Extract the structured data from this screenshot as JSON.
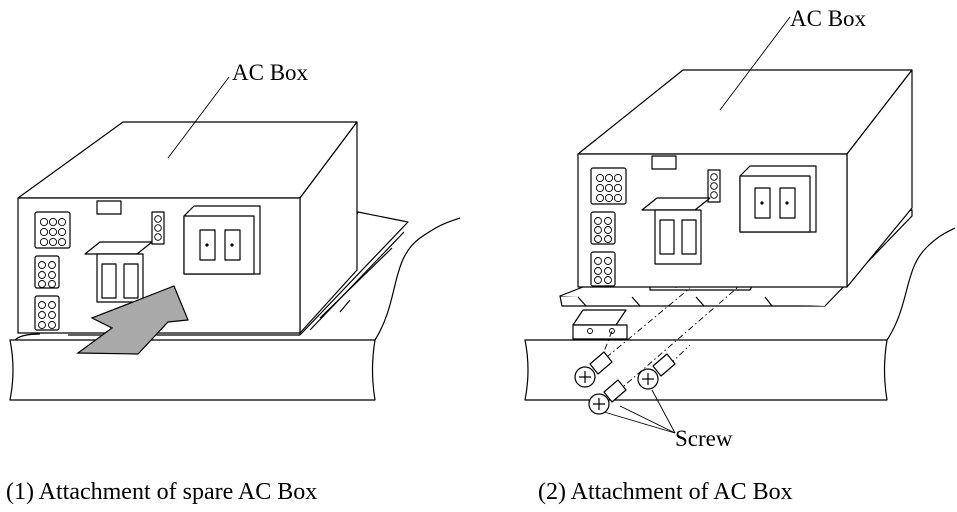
{
  "figure1": {
    "box_label": "AC Box",
    "caption": "(1) Attachment of spare AC Box"
  },
  "figure2": {
    "box_label": "AC Box",
    "screw_label": "Screw",
    "caption": "(2) Attachment of AC Box"
  },
  "colors": {
    "arrow_fill": "#a9a9a9",
    "line": "#000000",
    "background": "#ffffff"
  }
}
